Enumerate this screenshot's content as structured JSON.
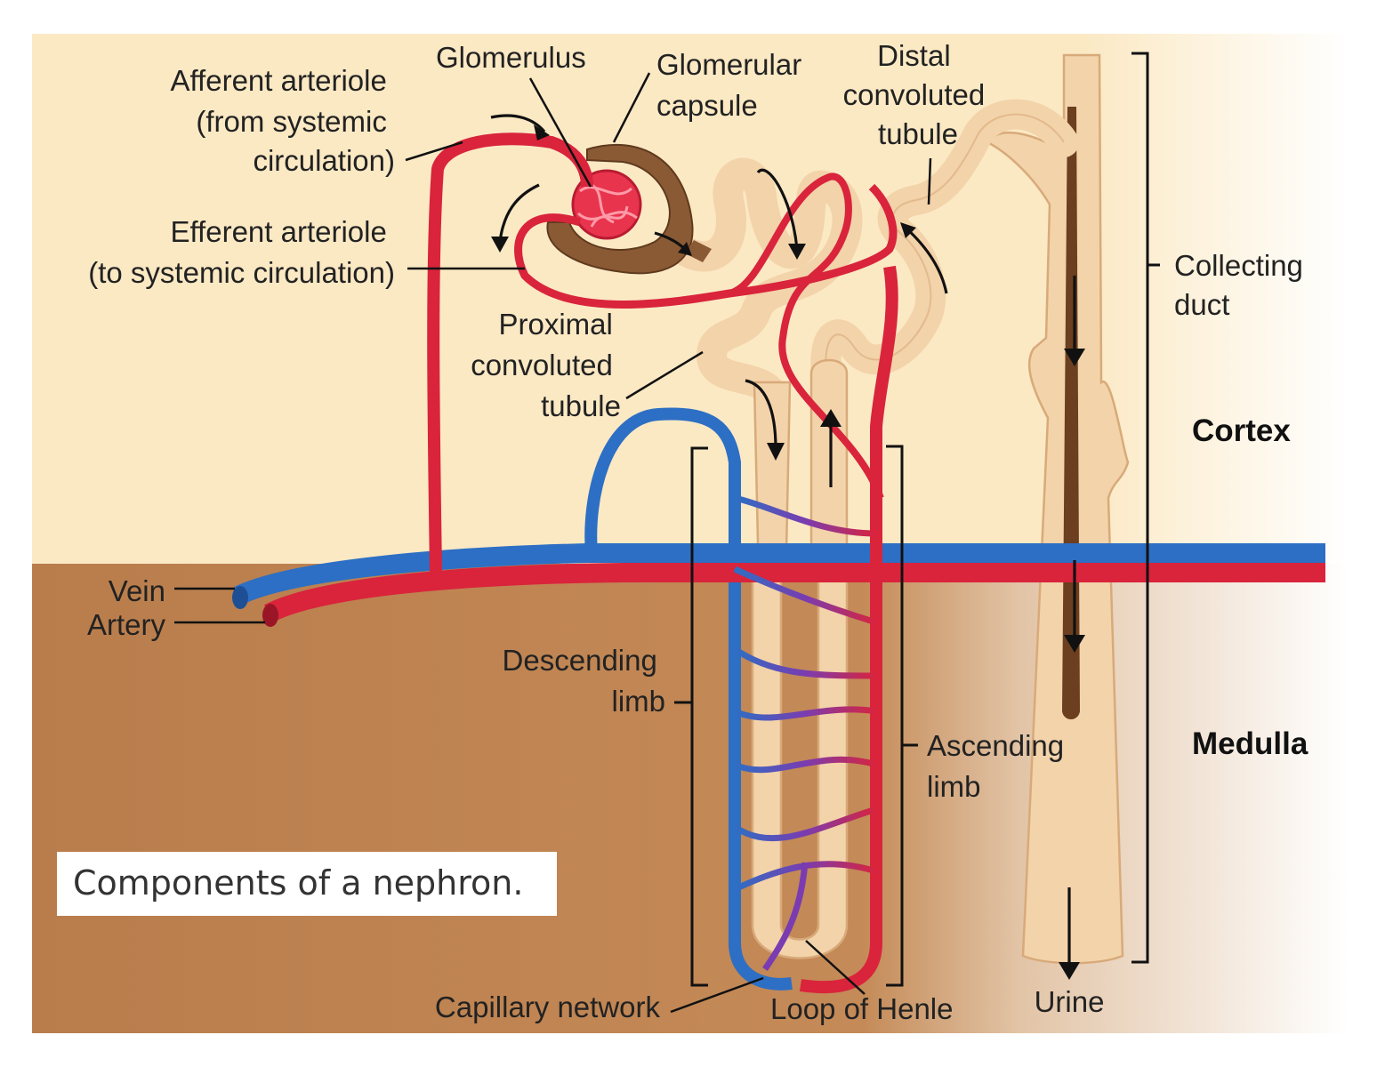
{
  "caption": "Components of a nephron.",
  "regions": {
    "cortex": "Cortex",
    "medulla": "Medulla"
  },
  "labels": {
    "afferent": [
      "Afferent arteriole",
      "(from systemic",
      "circulation)"
    ],
    "efferent": [
      "Efferent arteriole",
      "(to systemic circulation)"
    ],
    "glomerulus": "Glomerulus",
    "glomerular_capsule": [
      "Glomerular",
      "capsule"
    ],
    "distal_tubule": [
      "Distal",
      "convoluted",
      "tubule"
    ],
    "collecting_duct": [
      "Collecting",
      "duct"
    ],
    "proximal_tubule": [
      "Proximal",
      "convoluted",
      "tubule"
    ],
    "vein": "Vein",
    "artery": "Artery",
    "descending_limb": [
      "Descending",
      "limb"
    ],
    "ascending_limb": [
      "Ascending",
      "limb"
    ],
    "capillary_network": "Capillary network",
    "loop_of_henle": "Loop of Henle",
    "urine": "Urine"
  },
  "colors": {
    "cortex": "#fbe9c4",
    "medulla": "#b97d4c",
    "tubule": "#f3d3aa",
    "tubule_outline": "#d8aa7a",
    "artery": "#d9243c",
    "vein": "#2d6fc4",
    "capsule": "#8a5a34"
  }
}
